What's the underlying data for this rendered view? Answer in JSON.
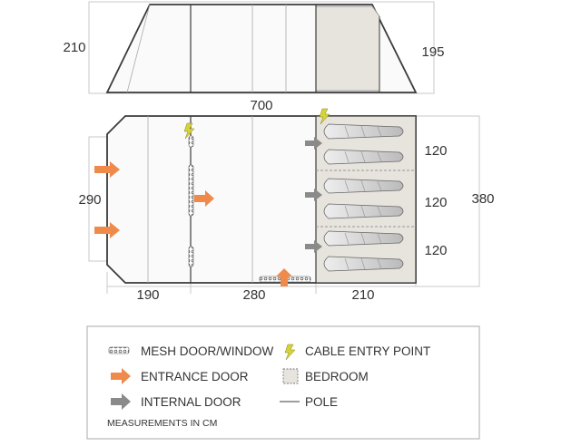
{
  "dimensions": {
    "side_height_left": "210",
    "side_height_right": "195",
    "total_length": "700",
    "width": "290",
    "total_width": "380",
    "section_1": "190",
    "section_2": "280",
    "section_3": "210",
    "bedroom_1": "120",
    "bedroom_2": "120",
    "bedroom_3": "120"
  },
  "legend": {
    "mesh": "MESH DOOR/WINDOW",
    "cable": "CABLE ENTRY POINT",
    "entrance": "ENTRANCE DOOR",
    "bedroom": "BEDROOM",
    "internal": "INTERNAL DOOR",
    "pole": "POLE",
    "note": "MEASUREMENTS IN CM"
  },
  "colors": {
    "entrance_arrow": "#f08a4b",
    "internal_arrow": "#8a8a8a",
    "bedroom_fill": "#e7e3dd",
    "cable_icon": "#d6d33a",
    "outline": "#3b3b3b"
  }
}
